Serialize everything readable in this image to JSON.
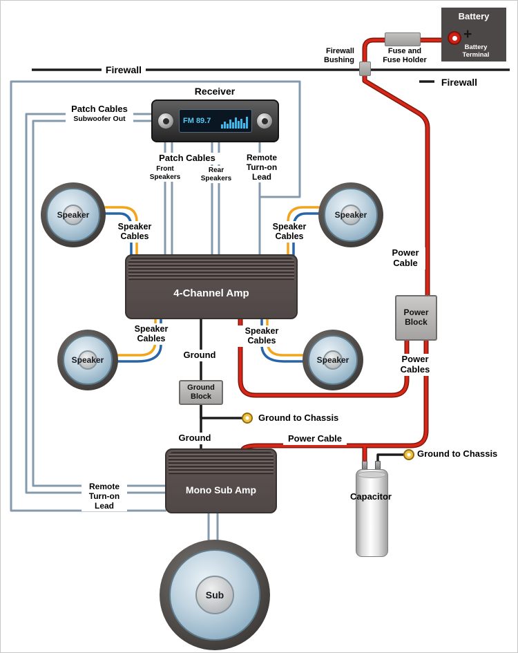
{
  "firewall": {
    "left_label": "Firewall",
    "right_label": "Firewall"
  },
  "battery": {
    "label": "Battery",
    "plus": "+",
    "terminal_label": "Battery Terminal"
  },
  "fuse": {
    "lines": [
      "Fuse and",
      "Fuse Holder"
    ]
  },
  "bushing": {
    "lines": [
      "Firewall",
      "Bushing"
    ]
  },
  "receiver": {
    "label": "Receiver",
    "display": "FM 89.7"
  },
  "patch_subwoofer": {
    "title": "Patch Cables",
    "subtitle": "Subwoofer Out"
  },
  "patch_center": {
    "title": "Patch Cables",
    "front": [
      "Front",
      "Speakers"
    ],
    "rear": [
      "Rear",
      "Speakers"
    ]
  },
  "remote_top": {
    "lines": [
      "Remote",
      "Turn-on",
      "Lead"
    ]
  },
  "remote_bottom": {
    "lines": [
      "Remote",
      "Turn-on",
      "Lead"
    ]
  },
  "speakers": [
    {
      "label": "Speaker"
    },
    {
      "label": "Speaker"
    },
    {
      "label": "Speaker"
    },
    {
      "label": "Speaker"
    }
  ],
  "speaker_cable_labels": [
    {
      "lines": [
        "Speaker",
        "Cables"
      ]
    },
    {
      "lines": [
        "Speaker",
        "Cables"
      ]
    },
    {
      "lines": [
        "Speaker",
        "Cables"
      ]
    },
    {
      "lines": [
        "Speaker",
        "Cables"
      ]
    }
  ],
  "amp4": {
    "label": "4-Channel Amp"
  },
  "mono_amp": {
    "label": "Mono Sub Amp"
  },
  "power_block": {
    "lines": [
      "Power",
      "Block"
    ]
  },
  "ground_block": {
    "lines": [
      "Ground",
      "Block"
    ]
  },
  "power_cable_vertical": {
    "lines": [
      "Power",
      "Cable"
    ]
  },
  "power_cables_label": {
    "lines": [
      "Power",
      "Cables"
    ]
  },
  "power_cable_mid": "Power Cable",
  "ground_labels": {
    "top": "Ground",
    "bottom": "Ground"
  },
  "ground_to_chassis": {
    "first": "Ground to Chassis",
    "second": "Ground to Chassis"
  },
  "capacitor": {
    "label": "Capacitor"
  },
  "sub": {
    "label": "Sub"
  },
  "colors": {
    "power_cable": "#d62718",
    "patch_cable": "#8399ad",
    "speaker_wire_yellow": "#f2a51c",
    "speaker_wire_blue": "#2565a8",
    "ground_wire": "#1c1c1c",
    "terminal_ring": "#efc243"
  }
}
